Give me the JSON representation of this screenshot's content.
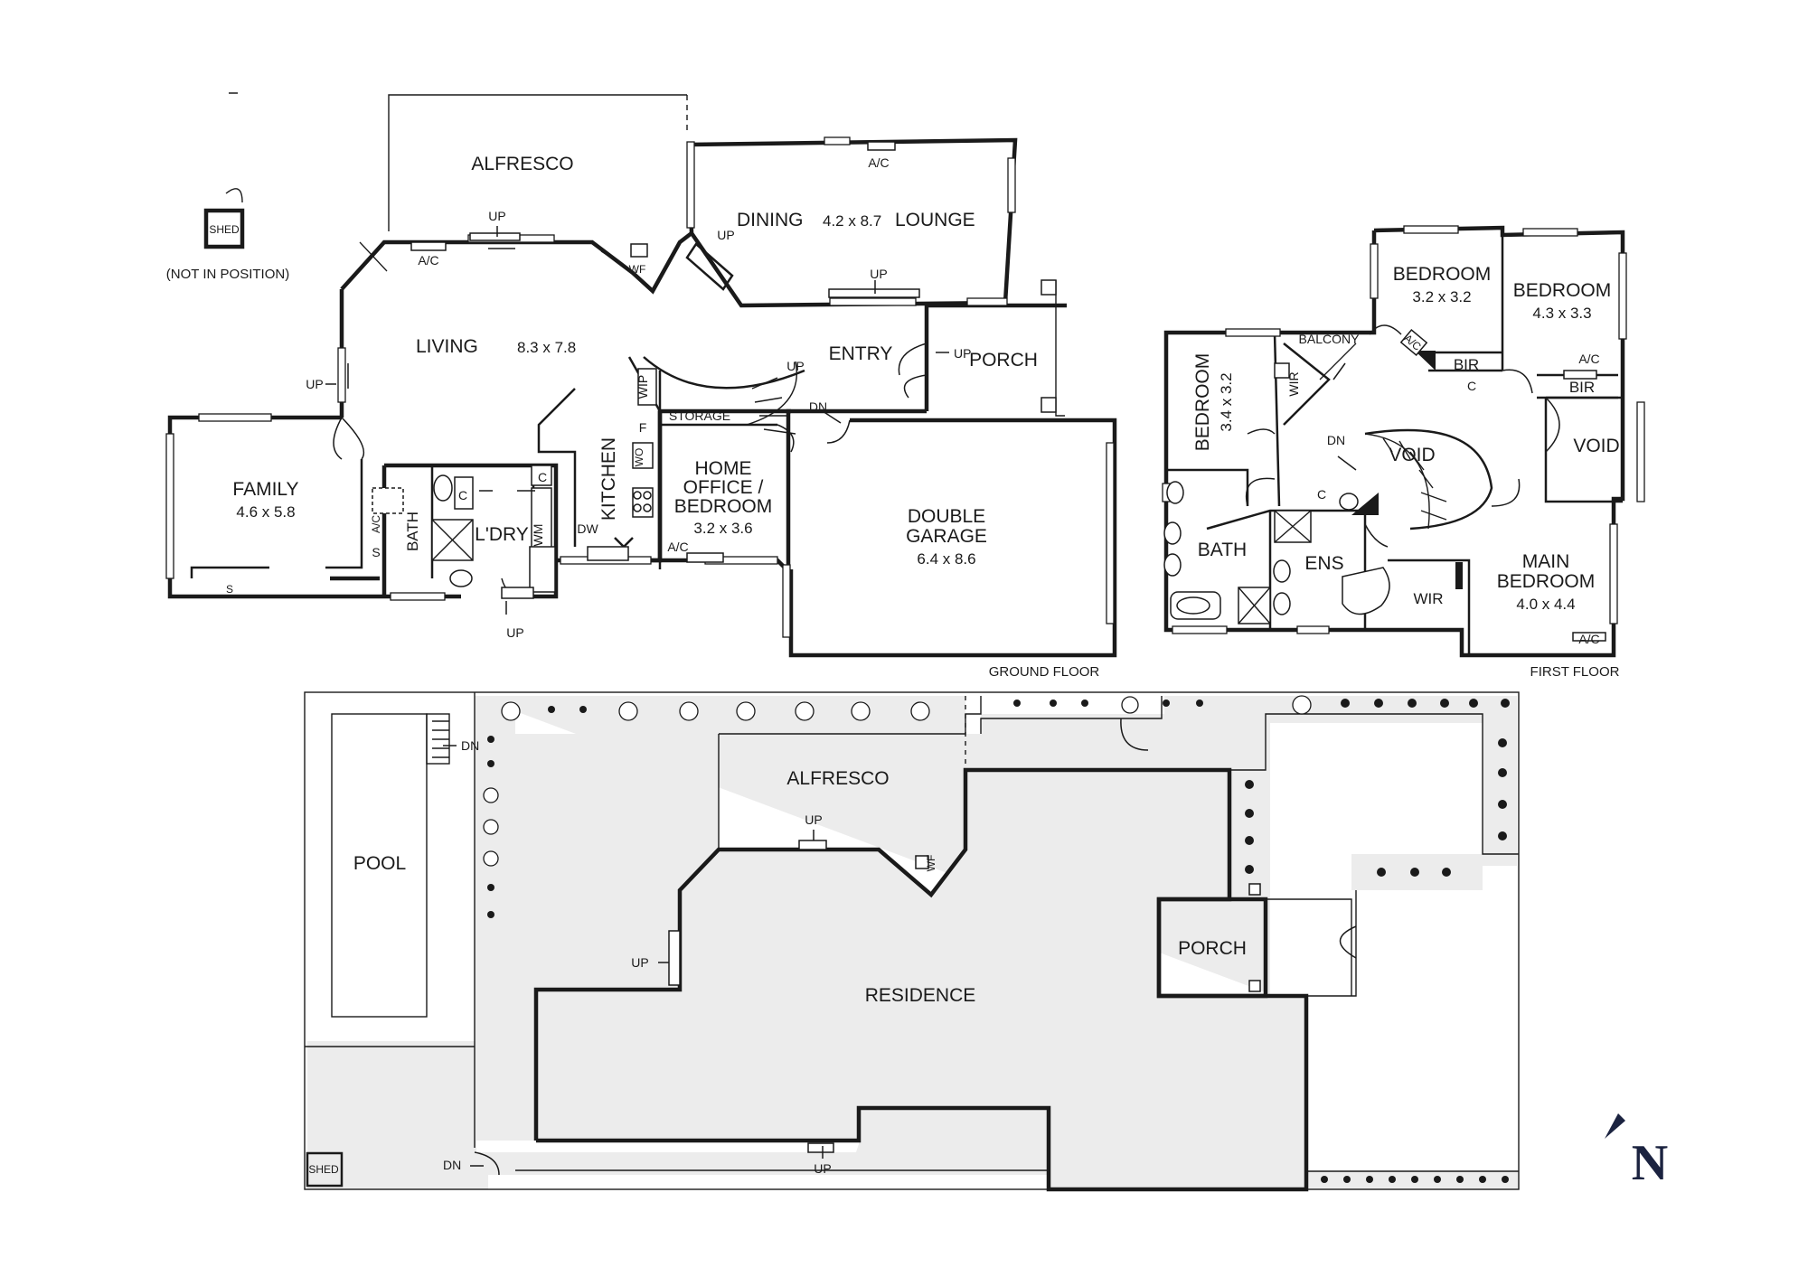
{
  "ground_floor": {
    "caption": "GROUND FLOOR",
    "rooms": {
      "alfresco": "ALFRESCO",
      "dining": "DINING",
      "dining_lounge_size": "4.2 x 8.7",
      "lounge": "LOUNGE",
      "living": "LIVING",
      "living_size": "8.3 x 7.8",
      "family": "FAMILY",
      "family_size": "4.6 x 5.8",
      "bath": "BATH",
      "laundry": "L'DRY",
      "kitchen": "KITCHEN",
      "storage": "STORAGE",
      "wip": "WIP",
      "office_line1": "HOME",
      "office_line2": "OFFICE /",
      "office_line3": "BEDROOM",
      "office_size": "3.2 x 3.6",
      "entry": "ENTRY",
      "porch": "PORCH",
      "garage_line1": "DOUBLE",
      "garage_line2": "GARAGE",
      "garage_size": "6.4 x 8.6"
    },
    "shed": "SHED",
    "shed_note": "(NOT IN POSITION)",
    "marks": {
      "ac": "A/C",
      "up": "UP",
      "dn": "DN",
      "wf": "WF",
      "c": "C",
      "wm": "WM",
      "dw": "DW",
      "f": "F",
      "wo": "WO",
      "s": "S"
    }
  },
  "first_floor": {
    "caption": "FIRST FLOOR",
    "rooms": {
      "bedroom_a": "BEDROOM",
      "bedroom_a_size": "3.2 x 3.2",
      "bedroom_b": "BEDROOM",
      "bedroom_b_size": "4.3 x 3.3",
      "bedroom_c": "BEDROOM",
      "bedroom_c_size": "3.4 x 3.2",
      "balcony": "BALCONY",
      "void_a": "VOID",
      "void_b": "VOID",
      "bath": "BATH",
      "ens": "ENS",
      "wir": "WIR",
      "bir": "BIR",
      "main_line1": "MAIN",
      "main_line2": "BEDROOM",
      "main_size": "4.0 x 4.4"
    },
    "marks": {
      "ac": "A/C",
      "dn": "DN",
      "c": "C",
      "wir": "WIR",
      "bir": "BIR"
    }
  },
  "site_plan": {
    "pool": "POOL",
    "alfresco": "ALFRESCO",
    "residence": "RESIDENCE",
    "porch": "PORCH",
    "shed": "SHED",
    "marks": {
      "up": "UP",
      "dn": "DN",
      "wf": "WF"
    }
  },
  "compass": "N",
  "colors": {
    "line": "#1a1a1a",
    "site_fill": "#ececec",
    "compass": "#1b2340"
  }
}
